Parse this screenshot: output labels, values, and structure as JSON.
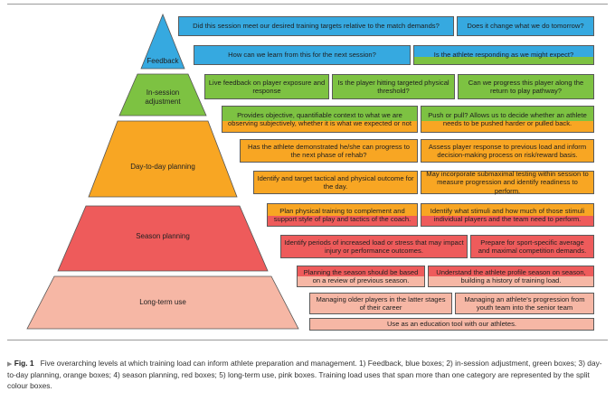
{
  "colors": {
    "feedback": "#36a9e0",
    "in_session": "#7dc242",
    "day_to_day": "#f8a623",
    "season": "#ee5b5b",
    "long_term": "#f6b7a5"
  },
  "levels": {
    "feedback": "Feedback",
    "in_session": "In-session\nadjustment",
    "day_to_day": "Day-to-day planning",
    "season": "Season planning",
    "long_term": "Long-term use"
  },
  "boxes": {
    "b1": "Did this session meet our desired training targets relative to the match demands?",
    "b2": "Does it change what we do tomorrow?",
    "b3": "How can we learn from this for the next session?",
    "b4": "Is the athlete responding as we might expect?",
    "b5": "Live feedback on player exposure and response",
    "b6": "Is the player hitting targeted physical threshold?",
    "b7": "Can we progress this player along the return to play pathway?",
    "b8": "Provides objective, quantifiable context to what we are observing subjectively, whether it is what we expected or not",
    "b9": "Push or pull? Allows us to decide whether an athlete needs to be pushed harder or pulled back.",
    "b10": "Has the athlete demonstrated he/she can progress to the next phase of rehab?",
    "b11": "Assess player response to previous load and inform decision-making process on risk/reward basis.",
    "b12": "Identify and target tactical and physical outcome for the day.",
    "b13": "May incorporate submaximal testing within session to measure progression and identify readiness to perform.",
    "b14": "Plan physical training to complement and support style of play and tactics of the coach.",
    "b15": "Identify what stimuli and how much of those stimuli individual players and the team need to perform.",
    "b16": "Identify periods of increased load or stress that may impact injury or performance outcomes.",
    "b17": "Prepare for sport-specific average and maximal competition demands.",
    "b18": "Planning the season should be based on a review of previous season.",
    "b19": "Understand the athlete profile season on season, building a history of training load.",
    "b20": "Managing older players in the latter stages of their career",
    "b21": "Managing an athlete's progression from youth team into the senior team",
    "b22": "Use as an education tool with our athletes."
  },
  "caption": {
    "fig": "Fig. 1",
    "text": "Five overarching levels at which training load can inform athlete preparation and management. 1) Feedback, blue boxes; 2) in-session adjustment, green boxes; 3) day-to-day planning, orange boxes; 4) season planning, red boxes; 5) long-term use, pink boxes. Training load uses that span more than one category are represented by the split colour boxes."
  }
}
